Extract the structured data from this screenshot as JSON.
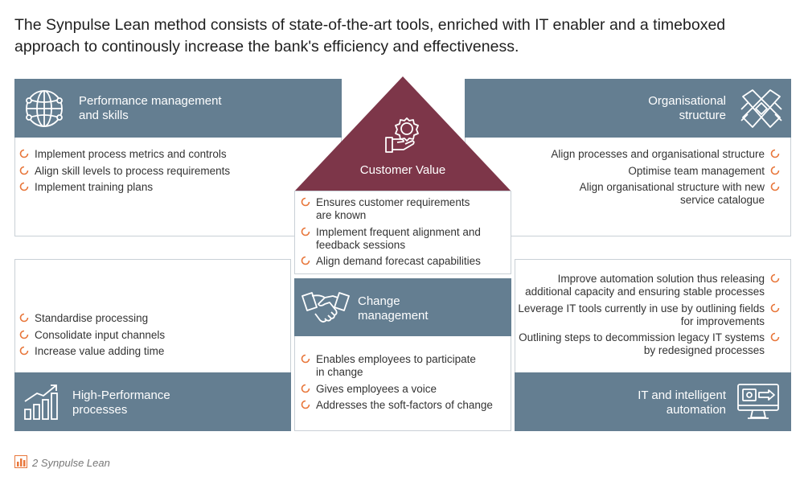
{
  "title": "The Synpulse Lean method consists of state-of-the-art tools, enriched with IT enabler and a timeboxed approach to continously increase the bank's efficiency and effectiveness.",
  "colors": {
    "header": "#647e91",
    "roof": "#7d3649",
    "bullet": "#e8763a"
  },
  "performance": {
    "title_lines": [
      "Performance management",
      "and skills"
    ],
    "icon": "globe-network-icon",
    "bullets": [
      "Implement process metrics and controls",
      "Align skill levels to process requirements",
      "Implement training plans"
    ]
  },
  "organisational": {
    "title_lines": [
      "Organisational",
      "structure"
    ],
    "icon": "handshake-network-icon",
    "bullets": [
      [
        "Align processes and organisational structure"
      ],
      [
        "Optimise team management"
      ],
      [
        "Align organisational structure with new",
        "service catalogue"
      ]
    ]
  },
  "customer": {
    "title": "Customer Value",
    "icon": "hand-gear-icon",
    "bullets": [
      [
        "Ensures customer requirements",
        "are known"
      ],
      [
        "Implement frequent alignment and",
        "feedback sessions"
      ],
      [
        "Align demand forecast capabilities"
      ]
    ]
  },
  "change": {
    "title_lines": [
      "Change",
      "management"
    ],
    "icon": "handshake-icon",
    "bullets": [
      [
        "Enables employees to participate",
        "in change"
      ],
      [
        "Gives employees a voice"
      ],
      [
        "Addresses the soft-factors of change"
      ]
    ]
  },
  "highperf": {
    "title_lines": [
      "High-Performance",
      "processes"
    ],
    "icon": "growth-chart-icon",
    "bullets": [
      "Standardise processing",
      "Consolidate input channels",
      "Increase value adding time"
    ]
  },
  "it": {
    "title_lines": [
      "IT and intelligent",
      "automation"
    ],
    "icon": "monitor-automation-icon",
    "bullets": [
      [
        "Improve automation solution thus releasing",
        "additional capacity and ensuring stable processes"
      ],
      [
        "Leverage IT tools currently in use by outlining fields",
        "for improvements"
      ],
      [
        "Outlining steps to decommission legacy IT systems",
        "by redesigned processes"
      ]
    ]
  },
  "footer": {
    "text": "2 Synpulse Lean",
    "icon": "bar-chart-logo-icon"
  }
}
